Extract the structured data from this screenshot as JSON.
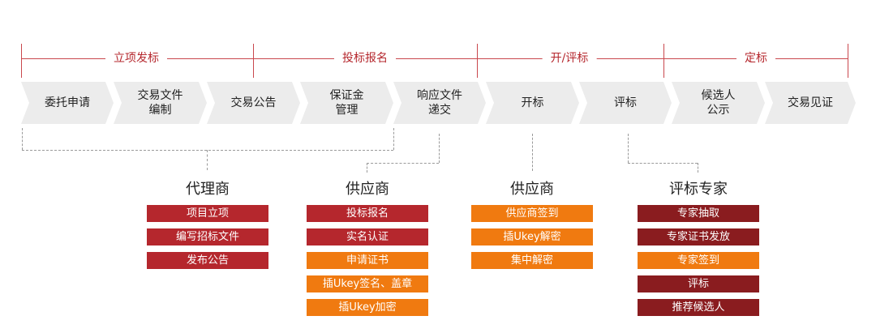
{
  "colors": {
    "accent_red": "#b5272d",
    "dark_red": "#8a1c1f",
    "orange": "#f07a10",
    "step_bg": "#ececec",
    "connector": "#9a9a9a"
  },
  "phases": [
    {
      "label": "立项发标"
    },
    {
      "label": "投标报名"
    },
    {
      "label": "开/评标"
    },
    {
      "label": "定标"
    }
  ],
  "steps": [
    {
      "label": "委托申请"
    },
    {
      "label": "交易文件\n编制"
    },
    {
      "label": "交易公告"
    },
    {
      "label": "保证金\n管理"
    },
    {
      "label": "响应文件\n递交"
    },
    {
      "label": "开标"
    },
    {
      "label": "评标"
    },
    {
      "label": "候选人\n公示"
    },
    {
      "label": "交易见证"
    }
  ],
  "roles": [
    {
      "title": "代理商",
      "items": [
        {
          "label": "项目立项",
          "color": "red"
        },
        {
          "label": "编写招标文件",
          "color": "red"
        },
        {
          "label": "发布公告",
          "color": "red"
        }
      ]
    },
    {
      "title": "供应商",
      "items": [
        {
          "label": "投标报名",
          "color": "red"
        },
        {
          "label": "实名认证",
          "color": "red"
        },
        {
          "label": "申请证书",
          "color": "orange"
        },
        {
          "label": "插Ukey签名、盖章",
          "color": "orange"
        },
        {
          "label": "插Ukey加密",
          "color": "orange"
        }
      ]
    },
    {
      "title": "供应商",
      "items": [
        {
          "label": "供应商签到",
          "color": "orange"
        },
        {
          "label": "插Ukey解密",
          "color": "orange"
        },
        {
          "label": "集中解密",
          "color": "orange"
        }
      ]
    },
    {
      "title": "评标专家",
      "items": [
        {
          "label": "专家抽取",
          "color": "dark_red"
        },
        {
          "label": "专家证书发放",
          "color": "dark_red"
        },
        {
          "label": "专家签到",
          "color": "orange"
        },
        {
          "label": "评标",
          "color": "dark_red"
        },
        {
          "label": "推荐候选人",
          "color": "dark_red"
        }
      ]
    }
  ]
}
